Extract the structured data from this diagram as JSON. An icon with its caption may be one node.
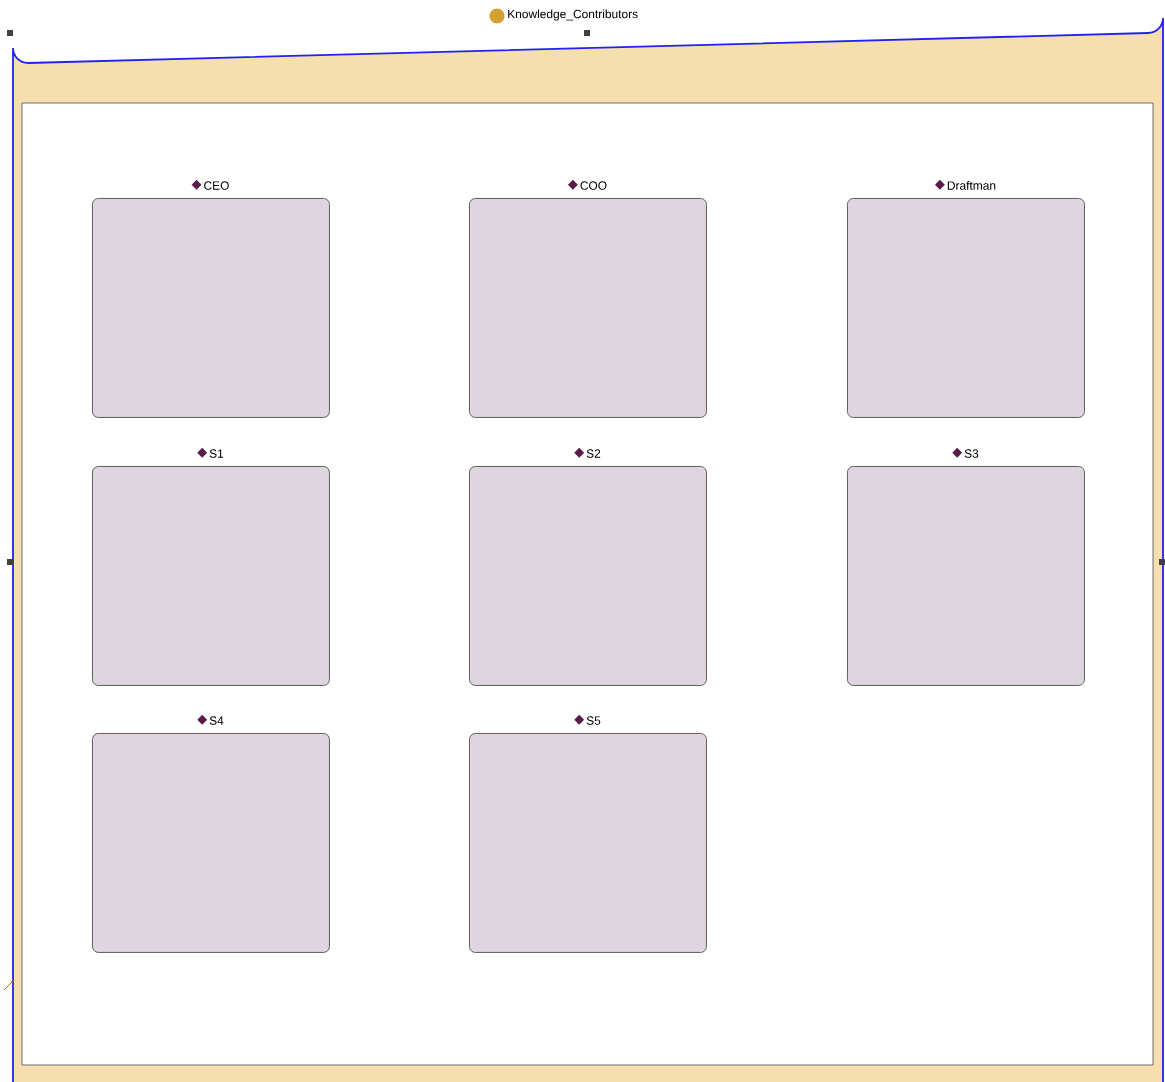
{
  "diagram": {
    "nodes": [
      {
        "text": [
          "Knowledge_Contributors"
        ]
      },
      {
        "text": [
          "CEO"
        ],
        "in": 0
      },
      {
        "text": [
          "COO"
        ],
        "in": 0
      },
      {
        "text": [
          "Draftman"
        ],
        "in": 0
      },
      {
        "text": [
          "S1"
        ],
        "in": 0
      },
      {
        "text": [
          "S2"
        ],
        "in": 0
      },
      {
        "text": [
          "S3"
        ],
        "in": 0
      },
      {
        "text": [
          "S4"
        ],
        "in": 0
      },
      {
        "text": [
          "S5"
        ],
        "in": 0
      }
    ]
  }
}
